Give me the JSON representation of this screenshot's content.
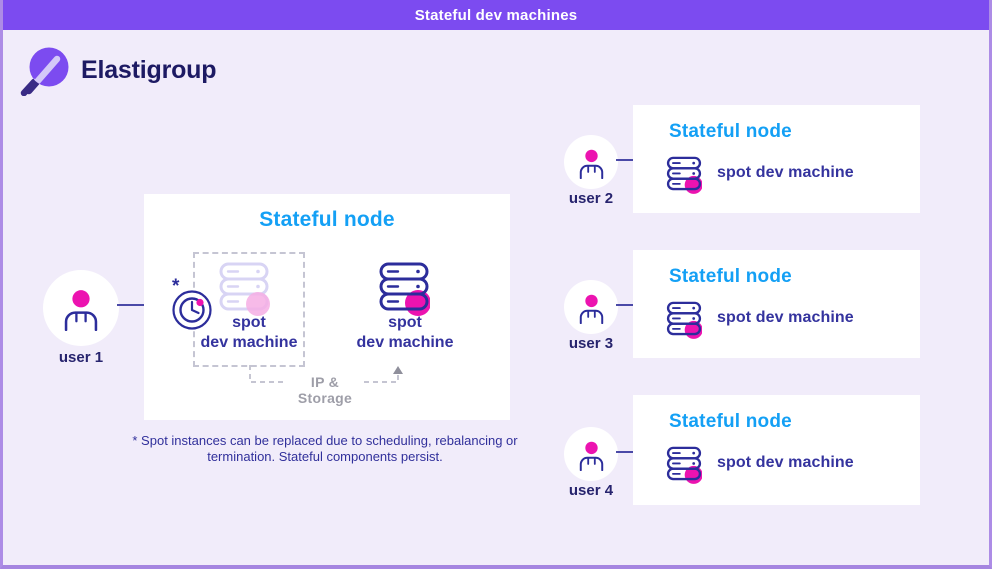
{
  "header": {
    "title": "Stateful dev machines"
  },
  "brand": {
    "name": "Elastigroup"
  },
  "left_flow": {
    "user": {
      "label": "user 1"
    },
    "node": {
      "title": "Stateful node",
      "replaced_machine": {
        "asterisk": "*",
        "line1": "spot",
        "line2": "dev machine"
      },
      "active_machine": {
        "line1": "spot",
        "line2": "dev machine"
      },
      "connector_label": "IP & Storage"
    },
    "footnote": "* Spot instances can be replaced due to scheduling, rebalancing or termination. Stateful components persist."
  },
  "right_nodes": [
    {
      "user": "user 2",
      "title": "Stateful node",
      "machine": "spot dev machine"
    },
    {
      "user": "user 3",
      "title": "Stateful node",
      "machine": "spot dev machine"
    },
    {
      "user": "user 4",
      "title": "Stateful node",
      "machine": "spot dev machine"
    }
  ],
  "icons": {
    "logo": "elastigroup-logo",
    "user": "person-icon",
    "server": "server-stack-icon",
    "clock": "scheduler-clock-icon",
    "arrow": "arrow-right-icon"
  },
  "colors": {
    "topbar_purple": "#7c4bf0",
    "background_lavender": "#f1ecfa",
    "border_purple": "#ad8ce6",
    "accent_blue": "#14a0f5",
    "navy": "#32329e",
    "magenta": "#ec13b0",
    "faded_stroke": "#d8d4f4",
    "faded_pink": "#f6aee4",
    "gray": "#9e9ea8"
  }
}
